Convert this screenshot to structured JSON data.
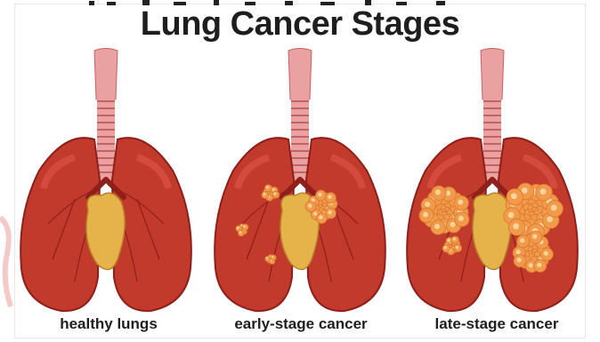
{
  "title": "Lung Cancer Stages",
  "colors": {
    "lung_fill": "#c23a2c",
    "lung_dark": "#8e1f1a",
    "lung_light": "#e0554a",
    "trachea": "#e9a1a1",
    "trachea_ring": "#c56262",
    "heart": "#e6b24a",
    "tumor": "#f09a4a",
    "tumor_light": "#fbd49b"
  },
  "stages": [
    {
      "label": "healthy lungs",
      "tumor_level": 0
    },
    {
      "label": "early-stage cancer",
      "tumor_level": 1
    },
    {
      "label": "late-stage cancer",
      "tumor_level": 2
    }
  ]
}
